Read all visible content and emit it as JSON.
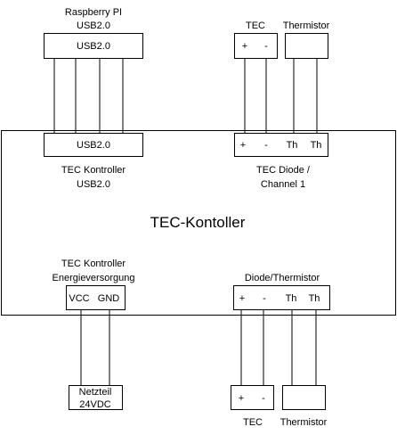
{
  "raspberry": {
    "title": "Raspberry PI",
    "subtitle": "USB2.0",
    "box_label": "USB2.0"
  },
  "top_tec": {
    "title": "TEC",
    "plus": "+",
    "minus": "-"
  },
  "top_thermistor": {
    "title": "Thermistor"
  },
  "controller": {
    "title": "TEC-Kontoller",
    "usb_box_label": "USB2.0",
    "usb_caption_1": "TEC Kontroller",
    "usb_caption_2": "USB2.0",
    "diode_caption_1": "TEC Diode /",
    "diode_caption_2": "Channel 1",
    "diode_pins": [
      "+",
      "-",
      "Th",
      "Th"
    ],
    "power_caption_1": "TEC Kontroller",
    "power_caption_2": "Energieversorgung",
    "power_pins": [
      "VCC",
      "GND"
    ],
    "thermistor_caption": "Diode/Thermistor",
    "thermistor_pins": [
      "+",
      "-",
      "Th",
      "Th"
    ]
  },
  "psu": {
    "line1": "Netzteil",
    "line2": "24VDC"
  },
  "bottom_tec": {
    "plus": "+",
    "minus": "-",
    "label": "TEC"
  },
  "bottom_thermistor": {
    "label": "Thermistor"
  }
}
